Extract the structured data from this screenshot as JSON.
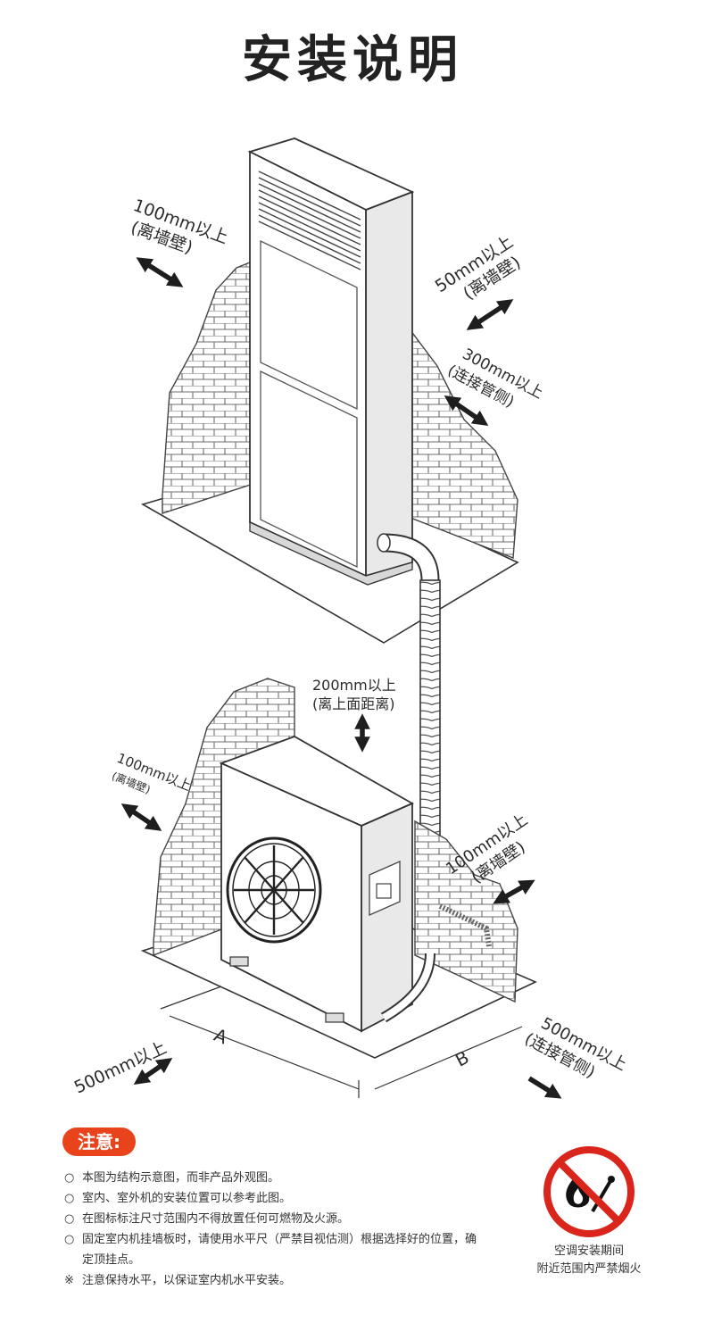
{
  "title": "安装说明",
  "indoor_labels": {
    "left_top_value": "100mm以上",
    "left_top_note": "(离墙壁)",
    "right_top_value": "50mm以上",
    "right_top_note": "(离墙壁)",
    "right_pipe_value": "300mm以上",
    "right_pipe_note": "(连接管侧)"
  },
  "outdoor_labels": {
    "top_value": "200mm以上",
    "top_note": "(离上面距离)",
    "left_value": "100mm以上",
    "left_note": "(离墙壁)",
    "right_value": "100mm以上",
    "right_note": "(离墙壁)",
    "front_value": "500mm以上",
    "pipe_value": "500mm以上",
    "pipe_note": "(连接管侧)",
    "dim_a": "A",
    "dim_b": "B"
  },
  "notice": {
    "badge": "注意:",
    "items": [
      {
        "bullet": "○",
        "text": "本图为结构示意图，而非产品外观图。"
      },
      {
        "bullet": "○",
        "text": "室内、室外机的安装位置可以参考此图。"
      },
      {
        "bullet": "○",
        "text": "在图标标注尺寸范围内不得放置任何可燃物及火源。"
      },
      {
        "bullet": "○",
        "text": "固定室内机挂墙板时，请使用水平尺（严禁目视估测）根据选择好的位置，确定顶挂点。"
      },
      {
        "bullet": "※",
        "text": "注意保持水平，以保证室内机水平安装。"
      }
    ]
  },
  "caution": {
    "line1": "空调安装期间",
    "line2": "附近范围内严禁烟火"
  },
  "icons": {
    "no_fire": "no-fire-sign-icon",
    "fan": "fan-icon"
  },
  "colors": {
    "accent": "#e8431b",
    "prohibit_red": "#d9251c"
  }
}
